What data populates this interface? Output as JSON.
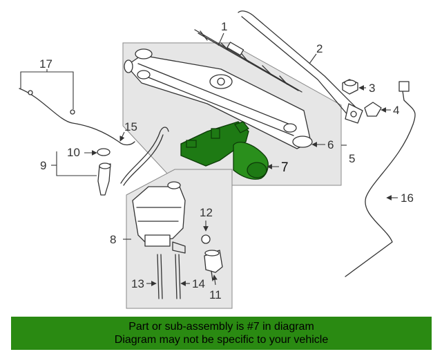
{
  "diagram": {
    "callouts": [
      "1",
      "2",
      "3",
      "4",
      "5",
      "6",
      "7",
      "8",
      "9",
      "10",
      "11",
      "12",
      "13",
      "14",
      "15",
      "16",
      "17"
    ],
    "highlight_part": "7",
    "colors": {
      "highlight": "#1e7a14",
      "panel": "#e6e6e6",
      "banner": "#2a8a12",
      "linework": "#333333"
    }
  },
  "banner": {
    "line1": "Part or sub-assembly is #7 in diagram",
    "line2": "Diagram may not be specific to your vehicle"
  }
}
